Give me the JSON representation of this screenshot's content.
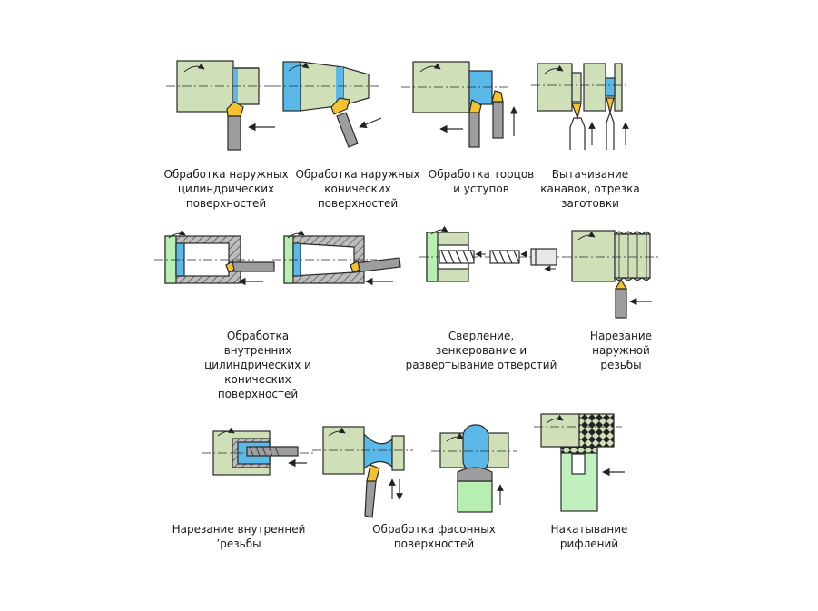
{
  "colors": {
    "part_green": "#cfe0b9",
    "surface_blue": "#5bb9ea",
    "insert_yellow": "#f2c230",
    "shank_gray": "#9b9d9f",
    "outline": "#2a2a2a",
    "light_green": "#b6efb0",
    "wheel_green": "#bff0bd"
  },
  "captions": {
    "c1": [
      "Обработка наружных",
      "цилиндрических",
      "поверхностей"
    ],
    "c2": [
      "Обработка наружных",
      "конических",
      "поверхностей"
    ],
    "c3": [
      "Обработка торцов",
      "и уступов"
    ],
    "c4": [
      "Вытачивание",
      "канавок, отрезка",
      "заготовки"
    ],
    "c5": [
      "Обработка",
      "внутренних",
      "цилиндрических и",
      "конических",
      "поверхностей"
    ],
    "c6": [
      "Сверление,",
      "зенкерование и",
      "развертывание отверстий"
    ],
    "c7": [
      "Нарезание",
      "наружной",
      "резьбы"
    ],
    "c8": [
      "Нарезание внутренней",
      "’резьбы"
    ],
    "c9": [
      "Обработка фасонных",
      "поверхностей"
    ],
    "c10": [
      "Накатывание",
      "рифлений"
    ]
  },
  "icons": [
    "rotation-arrow-icon",
    "feed-arrow-icon",
    "axis-line-icon"
  ]
}
